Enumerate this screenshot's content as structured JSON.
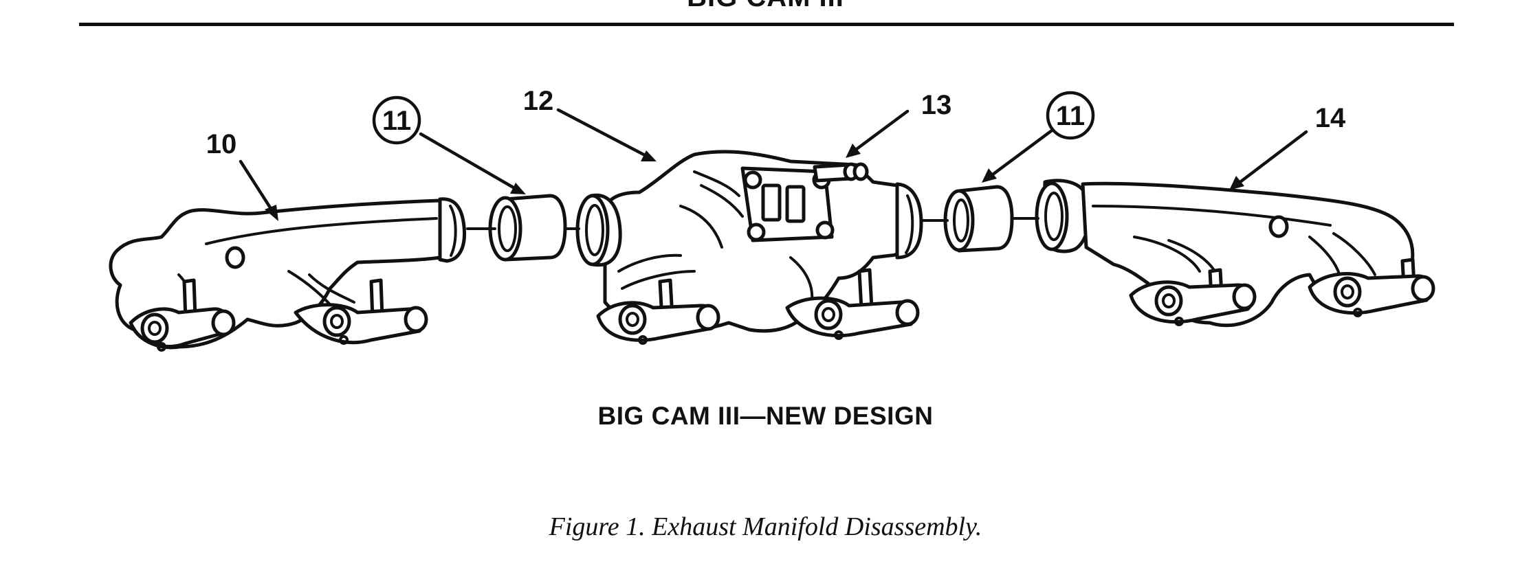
{
  "header": {
    "running_title": "BIG CAM III"
  },
  "diagram": {
    "callouts": [
      {
        "id": "10",
        "label": "10",
        "circled": false
      },
      {
        "id": "11a",
        "label": "11",
        "circled": true
      },
      {
        "id": "12",
        "label": "12",
        "circled": false
      },
      {
        "id": "13",
        "label": "13",
        "circled": false
      },
      {
        "id": "11b",
        "label": "11",
        "circled": true
      },
      {
        "id": "14",
        "label": "14",
        "circled": false
      }
    ],
    "subtitle": "BIG CAM III—NEW DESIGN"
  },
  "caption": "Figure 1. Exhaust Manifold Disassembly."
}
